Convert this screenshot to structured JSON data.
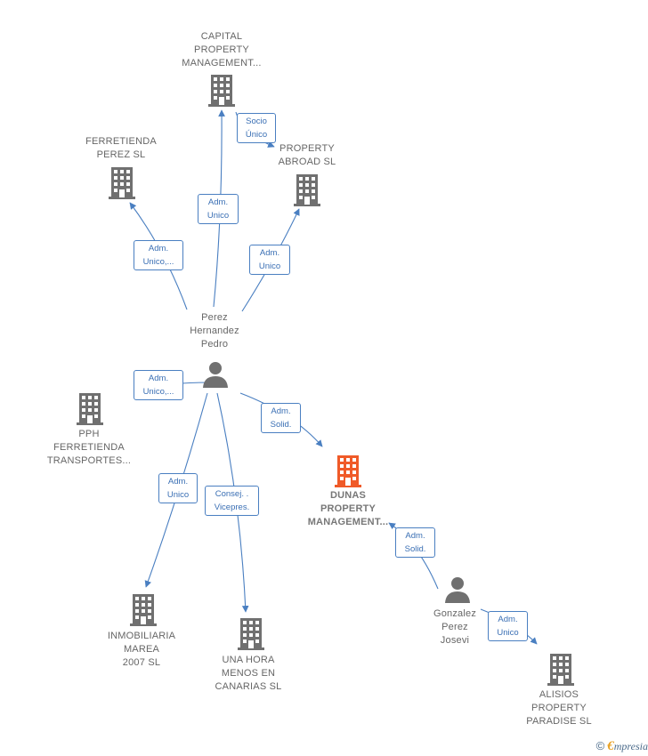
{
  "colors": {
    "edge": "#4a7fc1",
    "company": "#707070",
    "focus_company": "#f05a28",
    "person": "#707070"
  },
  "nodes": {
    "capital": "CAPITAL\nPROPERTY\nMANAGEMENT...",
    "ferretienda": "FERRETIENDA\nPEREZ  SL",
    "property_abroad": "PROPERTY\nABROAD  SL",
    "perez_hernandez": "Perez\nHernandez\nPedro",
    "pph": "PPH\nFERRETIENDA\nTRANSPORTES...",
    "dunas": "DUNAS\nPROPERTY\nMANAGEMENT...",
    "inmobiliaria": "INMOBILIARIA\nMAREA\n2007  SL",
    "una_hora": "UNA HORA\nMENOS EN\nCANARIAS SL",
    "gonzalez": "Gonzalez\nPerez\nJosevi",
    "alisios": "ALISIOS\nPROPERTY\nPARADISE  SL"
  },
  "edges": {
    "socio_unico": "Socio\nÚnico",
    "adm_unico_capital": "Adm.\nUnico",
    "adm_unico_ferretienda": "Adm.\nUnico,...",
    "adm_unico_abroad": "Adm.\nUnico",
    "adm_unico_pph": "Adm.\nUnico,...",
    "adm_solid_dunas": "Adm.\nSolid.",
    "adm_unico_inmobiliaria": "Adm.\nUnico",
    "consej_vicepres": "Consej. .\nVicepres.",
    "adm_solid_gonzalez": "Adm.\nSolid.",
    "adm_unico_alisios": "Adm.\nUnico"
  },
  "footer": {
    "copyright": "©",
    "brand_initial": "€",
    "brand_rest": "mpresia"
  }
}
